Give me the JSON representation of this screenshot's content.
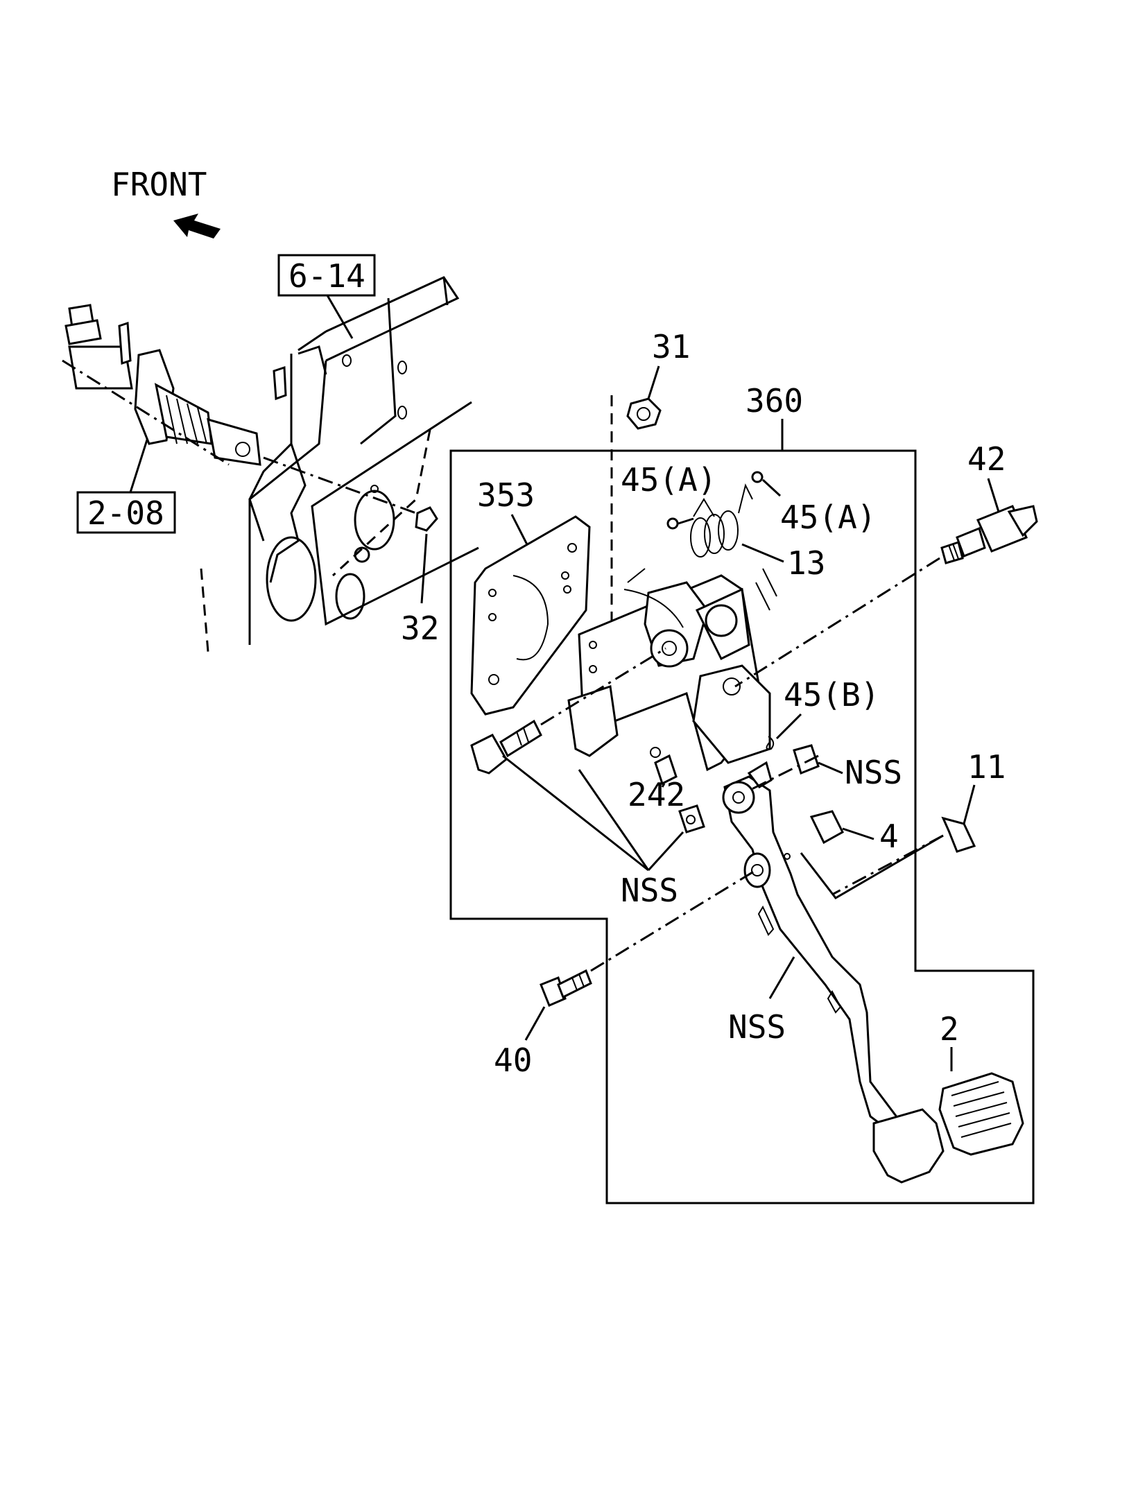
{
  "front_label": "FRONT",
  "refs": {
    "ref_614": "6-14",
    "ref_208": "2-08"
  },
  "labels": {
    "l31": "31",
    "l360": "360",
    "l42": "42",
    "l353": "353",
    "l45a_1": "45(A)",
    "l45a_2": "45(A)",
    "l13": "13",
    "l32": "32",
    "l45b": "45(B)",
    "l11": "11",
    "l242": "242",
    "nss_1": "NSS",
    "l4": "4",
    "nss_2": "NSS",
    "l40": "40",
    "nss_3": "NSS",
    "l2": "2"
  }
}
